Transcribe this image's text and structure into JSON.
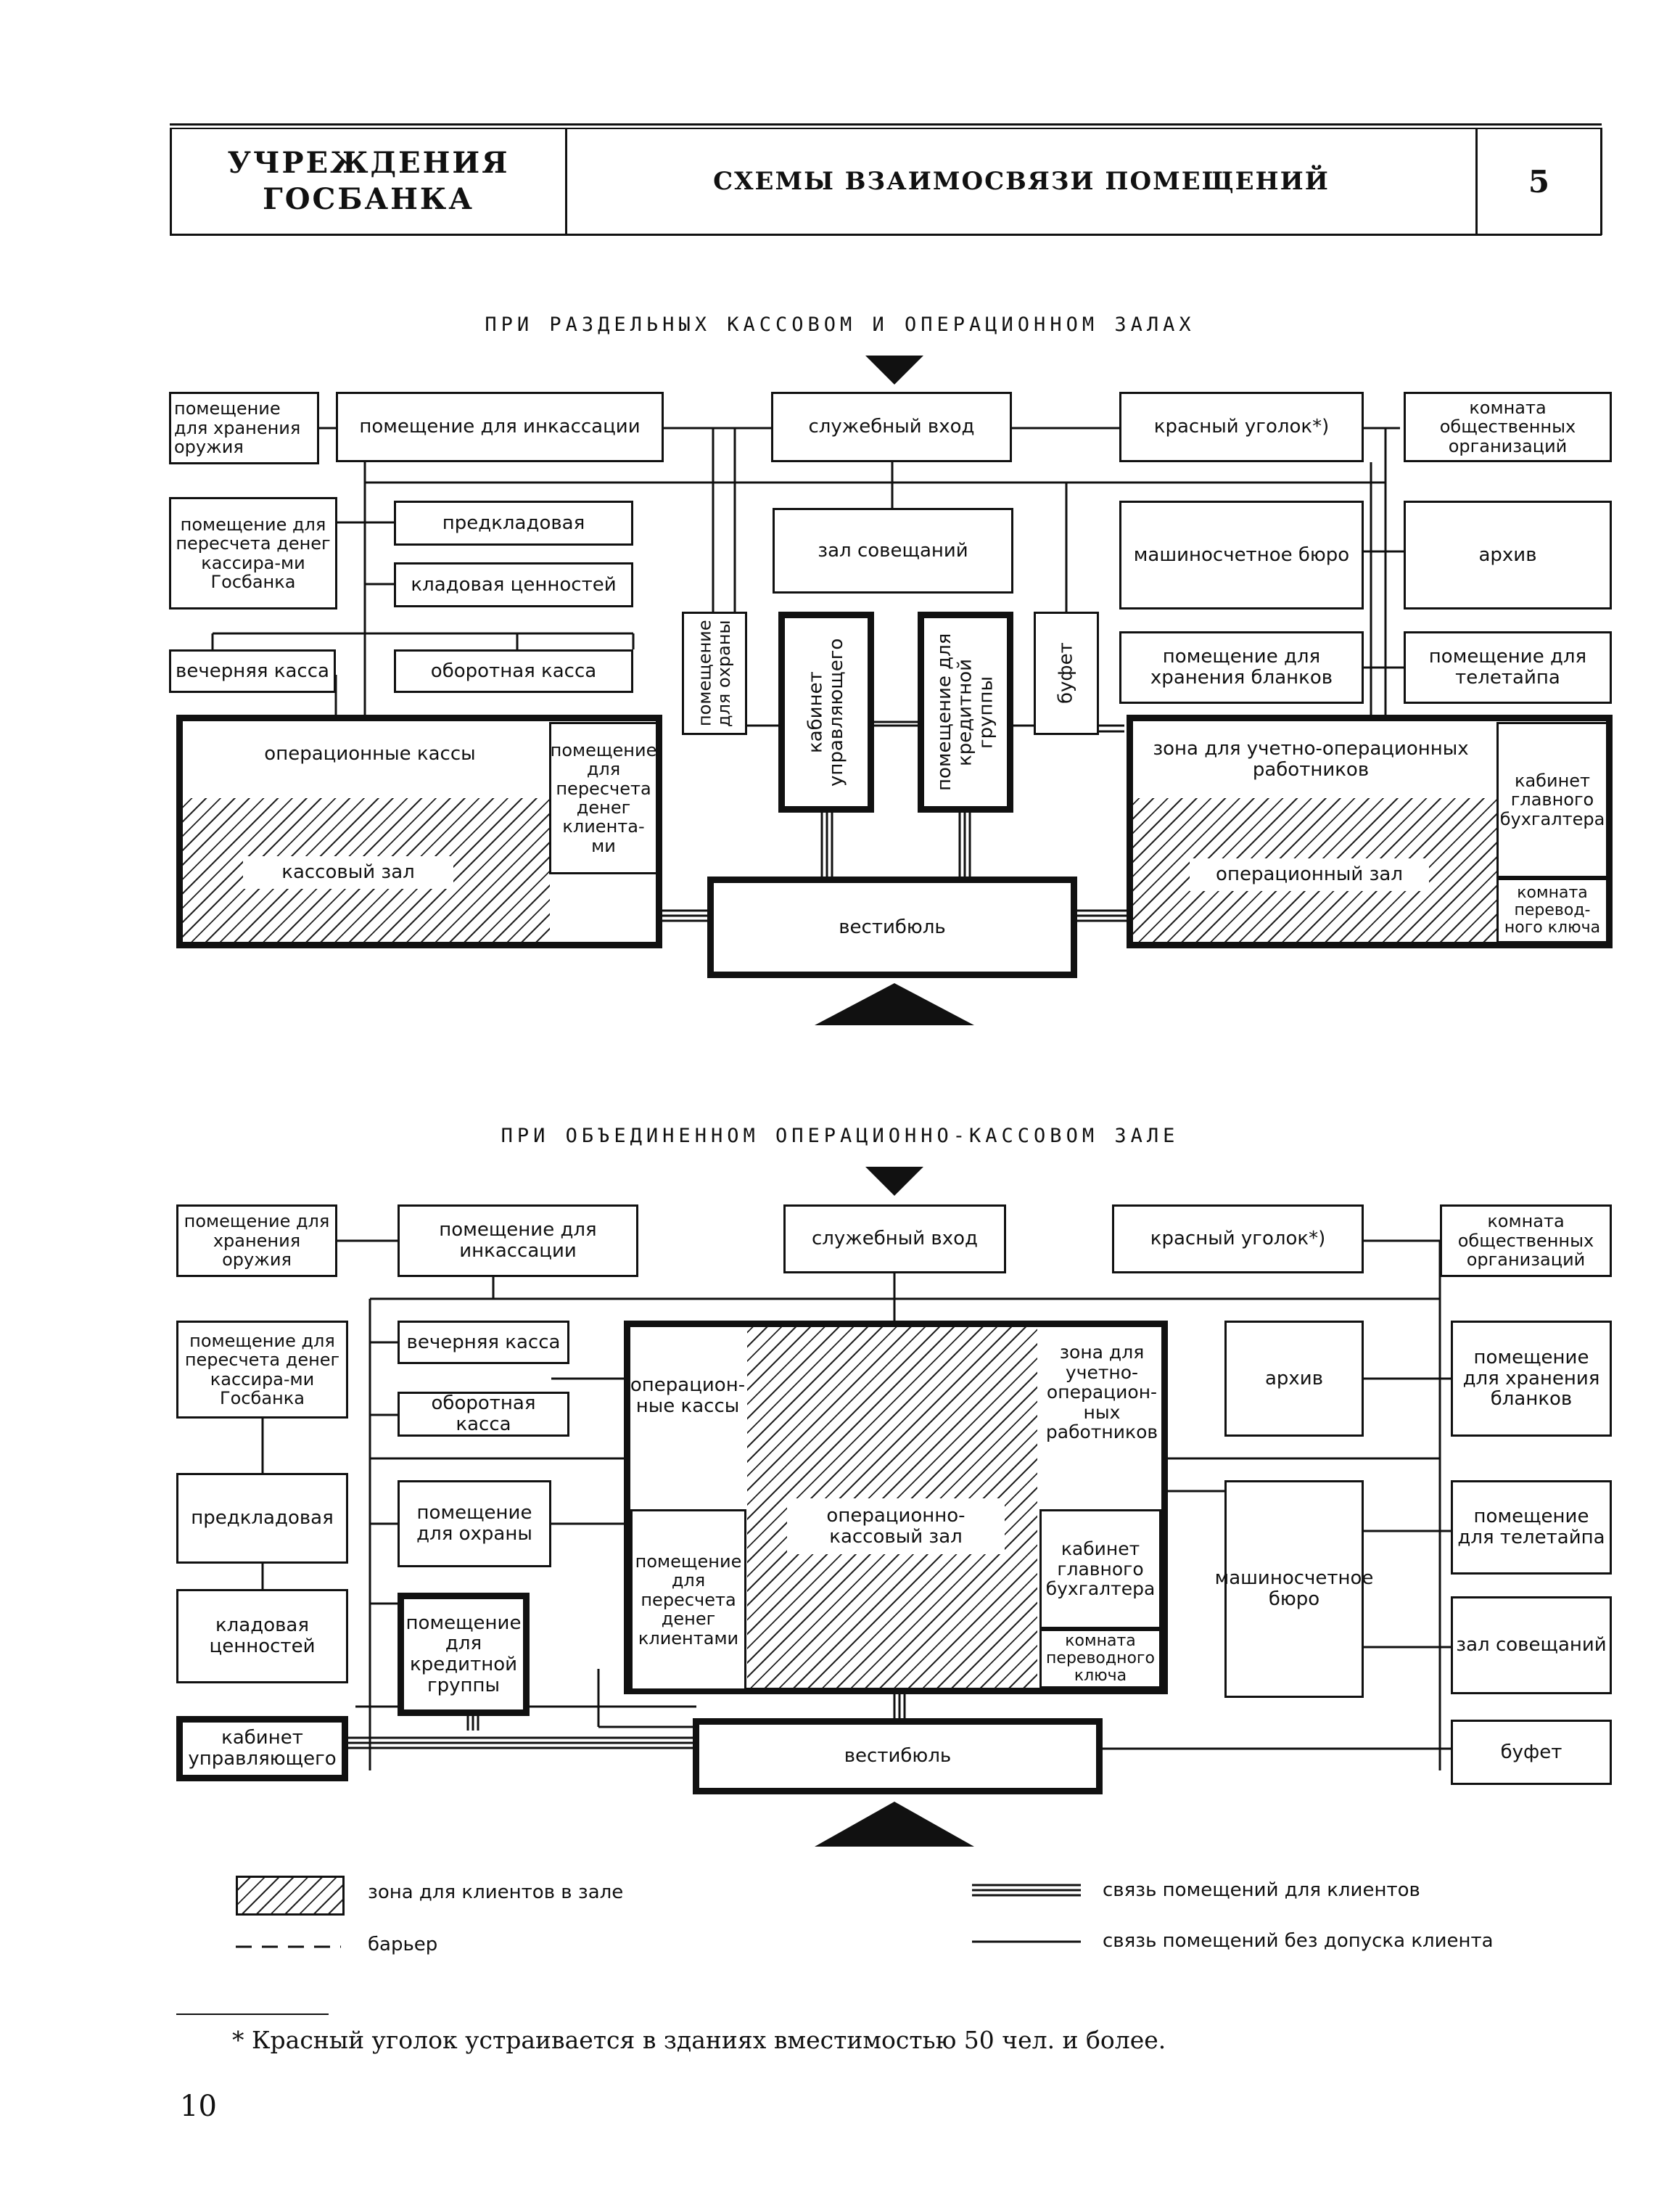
{
  "header": {
    "org": "УЧРЕЖДЕНИЯ\nГОСБАНКА",
    "title": "СХЕМЫ ВЗАИМОСВЯЗИ ПОМЕЩЕНИЙ",
    "sheet": "5"
  },
  "diagram1": {
    "title": "ПРИ РАЗДЕЛЬНЫХ КАССОВОМ И ОПЕРАЦИОННОМ ЗАЛАХ",
    "weapons": "помещение для хранения оружия",
    "collection": "помещение для инкассации",
    "service_entrance": "служебный вход",
    "red_corner": "красный уголок*)",
    "public_orgs": "комната общественных организаций",
    "recount_gosbank": "помещение для пересчета денег кассира-ми Госбанка",
    "pre_vault": "предкладовая",
    "vault": "кладовая ценностей",
    "meeting_hall": "зал совещаний",
    "computing_bureau": "машиносчетное бюро",
    "archive": "архив",
    "evening_cash": "вечерняя касса",
    "working_cash": "оборотная касса",
    "guard": "помещение для охраны",
    "manager_office": "кабинет управляющего",
    "credit_group": "помещение для кредитной группы",
    "buffet": "буфет",
    "forms_storage": "помещение для хранения бланков",
    "teletype": "помещение для телетайпа",
    "operating_cash_desks": "операционные кассы",
    "recount_clients": "помещение для пересчета денег клиента-ми",
    "cash_hall": "кассовый зал",
    "accounting_zone": "зона для учетно-операционных работников",
    "chief_accountant": "кабинет главного бухгалтера",
    "transfer_key": "комната перевод-ного ключа",
    "operating_hall": "операционный зал",
    "vestibule": "вестибюль"
  },
  "diagram2": {
    "title": "ПРИ ОБЪЕДИНЕННОМ ОПЕРАЦИОННО-КАССОВОМ ЗАЛЕ",
    "weapons": "помещение для хранения оружия",
    "collection": "помещение для инкассации",
    "service_entrance": "служебный вход",
    "red_corner": "красный уголок*)",
    "public_orgs": "комната общественных организаций",
    "recount_gosbank": "помещение для пересчета денег кассира-ми Госбанка",
    "evening_cash": "вечерняя касса",
    "working_cash": "оборотная касса",
    "operating_cash_desks": "операцион-ные кассы",
    "accounting_zone": "зона для учетно-операцион-ных работников",
    "archive": "архив",
    "forms_storage": "помещение для хранения бланков",
    "pre_vault": "предкладовая",
    "guard": "помещение для охраны",
    "recount_clients": "помещение для пересчета денег клиентами",
    "combined_hall": "операционно-кассовый зал",
    "chief_accountant": "кабинет главного бухгалтера",
    "computing_bureau": "машиносчетное бюро",
    "teletype": "помещение для телетайпа",
    "vault": "кладовая ценностей",
    "credit_group": "помещение для кредитной группы",
    "transfer_key": "комната переводного ключа",
    "meeting_hall": "зал совещаний",
    "manager_office": "кабинет управляющего",
    "vestibule": "вестибюль",
    "buffet": "буфет"
  },
  "legend": {
    "client_zone": "зона для клиентов в зале",
    "barrier": "барьер",
    "client_link": "связь помещений для клиентов",
    "staff_link": "связь помещений без допуска клиента"
  },
  "footnote": "* Красный уголок устраивается в зданиях вместимостью 50 чел. и более.",
  "page_number": "10"
}
